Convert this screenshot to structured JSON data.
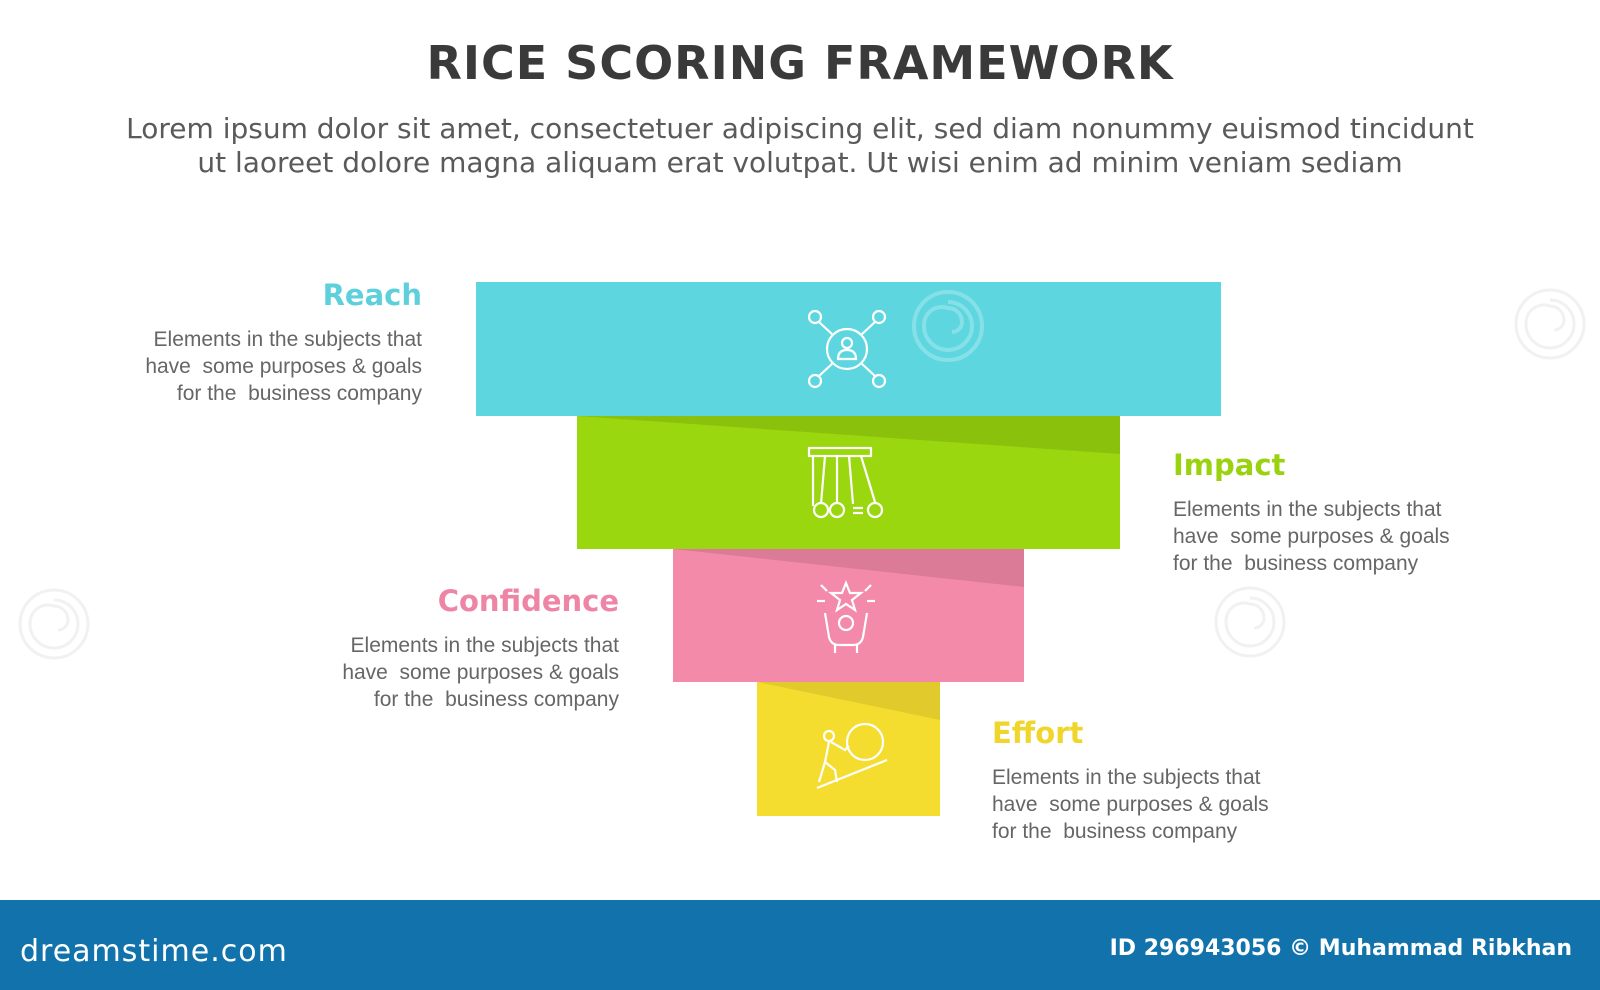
{
  "header": {
    "title": "RICE SCORING FRAMEWORK",
    "subtitle_line1": "Lorem ipsum dolor sit amet, consectetuer adipiscing elit, sed diam nonummy euismod tincidunt",
    "subtitle_line2": "ut laoreet dolore magna aliquam erat volutpat. Ut wisi enim ad minim veniam sediam"
  },
  "stages": [
    {
      "title": "Reach",
      "color": "#5ed6e0",
      "title_color": "#5ed0db",
      "icon": "network-person-icon",
      "desc": [
        "Elements in the subjects that",
        "have  some purposes & goals",
        "for the  business company"
      ]
    },
    {
      "title": "Impact",
      "color": "#9ad70f",
      "title_color": "#9ad20f",
      "icon": "newtons-cradle-icon",
      "desc": [
        "Elements in the subjects that",
        "have  some purposes & goals",
        "for the  business company"
      ]
    },
    {
      "title": "Confidence",
      "color": "#f48aa9",
      "title_color": "#ee84a6",
      "icon": "person-star-hands-icon",
      "desc": [
        "Elements in the subjects that",
        "have  some purposes & goals",
        "for the  business company"
      ]
    },
    {
      "title": "Effort",
      "color": "#f5dd30",
      "title_color": "#f0d52a",
      "icon": "push-boulder-icon",
      "desc": [
        "Elements in the subjects that",
        "have  some purposes & goals",
        "for the  business company"
      ]
    }
  ],
  "footer": {
    "brand": "dreamstime.com",
    "credit": "ID 296943056 © Muhammad Ribkhan"
  }
}
